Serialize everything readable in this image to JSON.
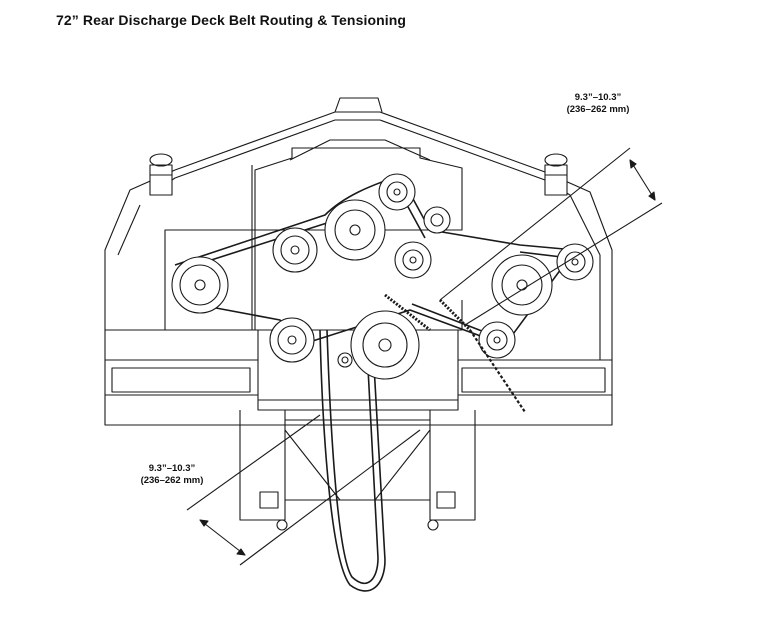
{
  "title": "72” Rear Discharge Deck Belt Routing & Tensioning",
  "measurements": {
    "upper": {
      "range_in": "9.3”–10.3”",
      "range_mm": "(236–262 mm)"
    },
    "lower": {
      "range_in": "9.3”–10.3”",
      "range_mm": "(236–262 mm)"
    }
  },
  "colors": {
    "line": "#1a1a1a",
    "fill": "#ffffff",
    "shade": "#d9d9d9"
  }
}
